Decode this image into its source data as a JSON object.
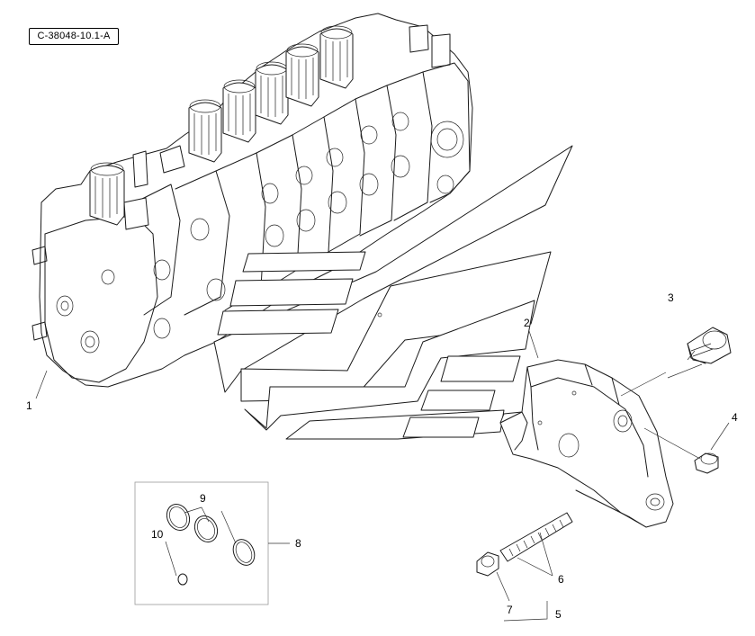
{
  "reference_code": "C-38048-10.1-A",
  "callouts": {
    "c1": "1",
    "c2": "2",
    "c3": "3",
    "c4": "4",
    "c5": "5",
    "c6": "6",
    "c7": "7",
    "c8": "8",
    "c9": "9",
    "c10": "10"
  }
}
